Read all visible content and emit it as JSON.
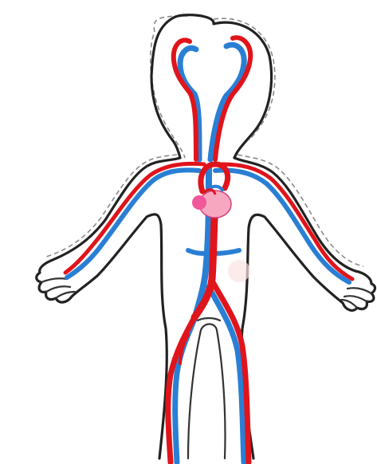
{
  "diagram": {
    "colors": {
      "artery": "#e0141b",
      "vein": "#2a7fd4",
      "heart": "#f7a8c0",
      "heart_atrium": "#f0569a",
      "outline": "#222222",
      "background": "#ffffff"
    },
    "parts": [
      "head-outline",
      "body-outline",
      "heart",
      "arteries",
      "veins"
    ]
  }
}
